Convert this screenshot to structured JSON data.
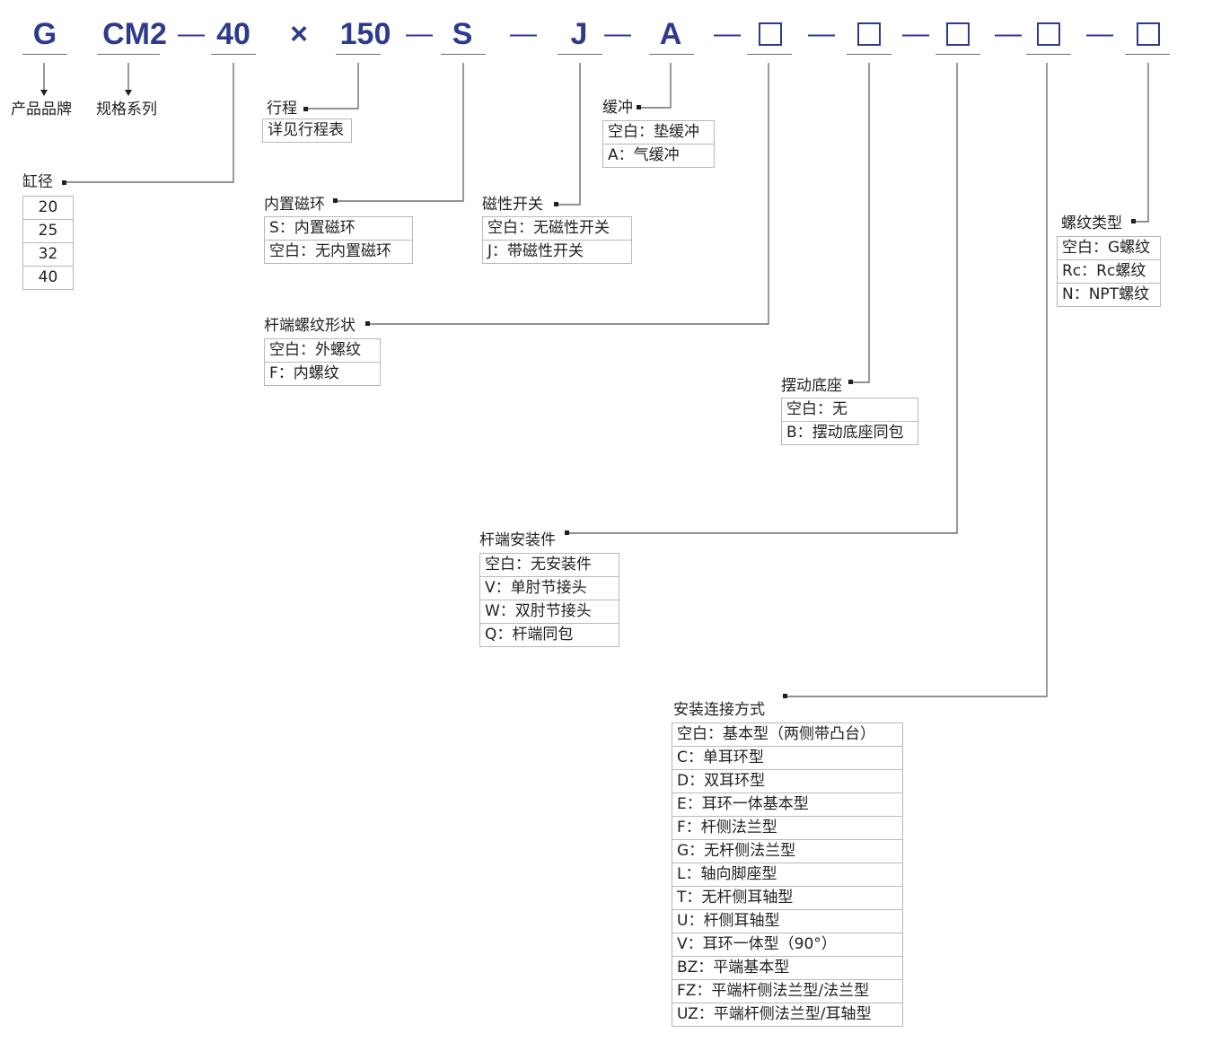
{
  "code_parts": {
    "brand": "G",
    "series": "CM2",
    "bore": "40",
    "times": "×",
    "stroke": "150",
    "magnet_ring": "S",
    "magnetic_switch": "J",
    "cushion": "A",
    "box": "□",
    "dash": "—"
  },
  "brand_label": "产品品牌",
  "series_label": "规格系列",
  "bore": {
    "label": "缸径",
    "options": [
      "20",
      "25",
      "32",
      "40"
    ]
  },
  "stroke": {
    "label": "行程",
    "options": [
      "详见行程表"
    ]
  },
  "magnet_ring": {
    "label": "内置磁环",
    "options": [
      "S：内置磁环",
      "空白：无内置磁环"
    ]
  },
  "magnetic_switch": {
    "label": "磁性开关",
    "options": [
      "空白：无磁性开关",
      "J：带磁性开关"
    ]
  },
  "cushion": {
    "label": "缓冲",
    "options": [
      "空白：垫缓冲",
      "A：气缓冲"
    ]
  },
  "rod_thread": {
    "label": "杆端螺纹形状",
    "options": [
      "空白：外螺纹",
      "F：内螺纹"
    ]
  },
  "swing_base": {
    "label": "摆动底座",
    "options": [
      "空白：无",
      "B：摆动底座同包"
    ]
  },
  "rod_fitting": {
    "label": "杆端安装件",
    "options": [
      "空白：无安装件",
      "V：单肘节接头",
      "W：双肘节接头",
      "Q：杆端同包"
    ]
  },
  "mounting": {
    "label": "安装连接方式",
    "options": [
      "空白：基本型（两侧带凸台）",
      "C：单耳环型",
      "D：双耳环型",
      "E：耳环一体基本型",
      "F：杆侧法兰型",
      "G：无杆侧法兰型",
      "L：轴向脚座型",
      "T：无杆侧耳轴型",
      "U：杆侧耳轴型",
      "V：耳环一体型（90°）",
      "BZ：平端基本型",
      "FZ：平端杆侧法兰型/法兰型",
      "UZ：平端杆侧法兰型/耳轴型"
    ]
  },
  "thread_type": {
    "label": "螺纹类型",
    "options": [
      "空白：G螺纹",
      "Rc：Rc螺纹",
      "N：NPT螺纹"
    ]
  },
  "colors": {
    "code": "#2e3a8c",
    "line": "#6d6e71",
    "border": "#b7b8ba",
    "text": "#231f20"
  }
}
